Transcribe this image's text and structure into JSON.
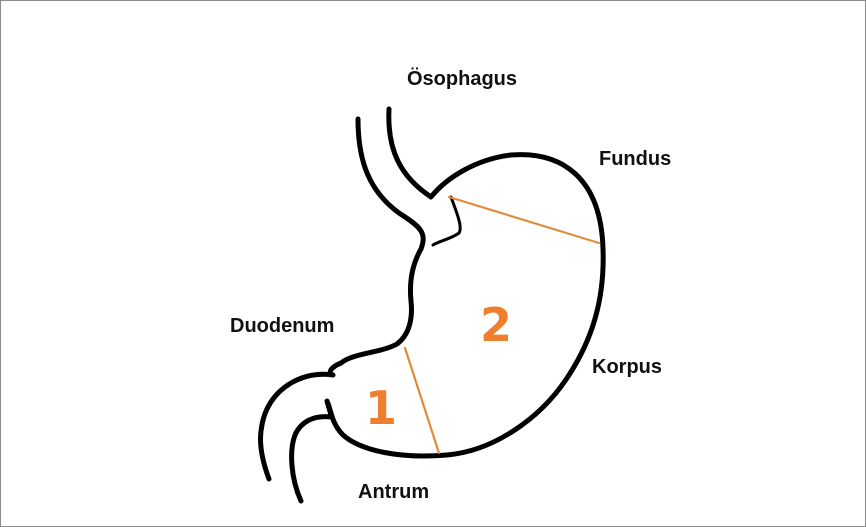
{
  "labels": {
    "oesophagus": "Ösophagus",
    "fundus": "Fundus",
    "duodenum": "Duodenum",
    "korpus": "Korpus",
    "antrum": "Antrum"
  },
  "regions": {
    "region_1": "1",
    "region_2": "2"
  },
  "colors": {
    "outline": "#000000",
    "divider": "#e08b3a",
    "number": "#f07f2d",
    "text": "#111111"
  }
}
